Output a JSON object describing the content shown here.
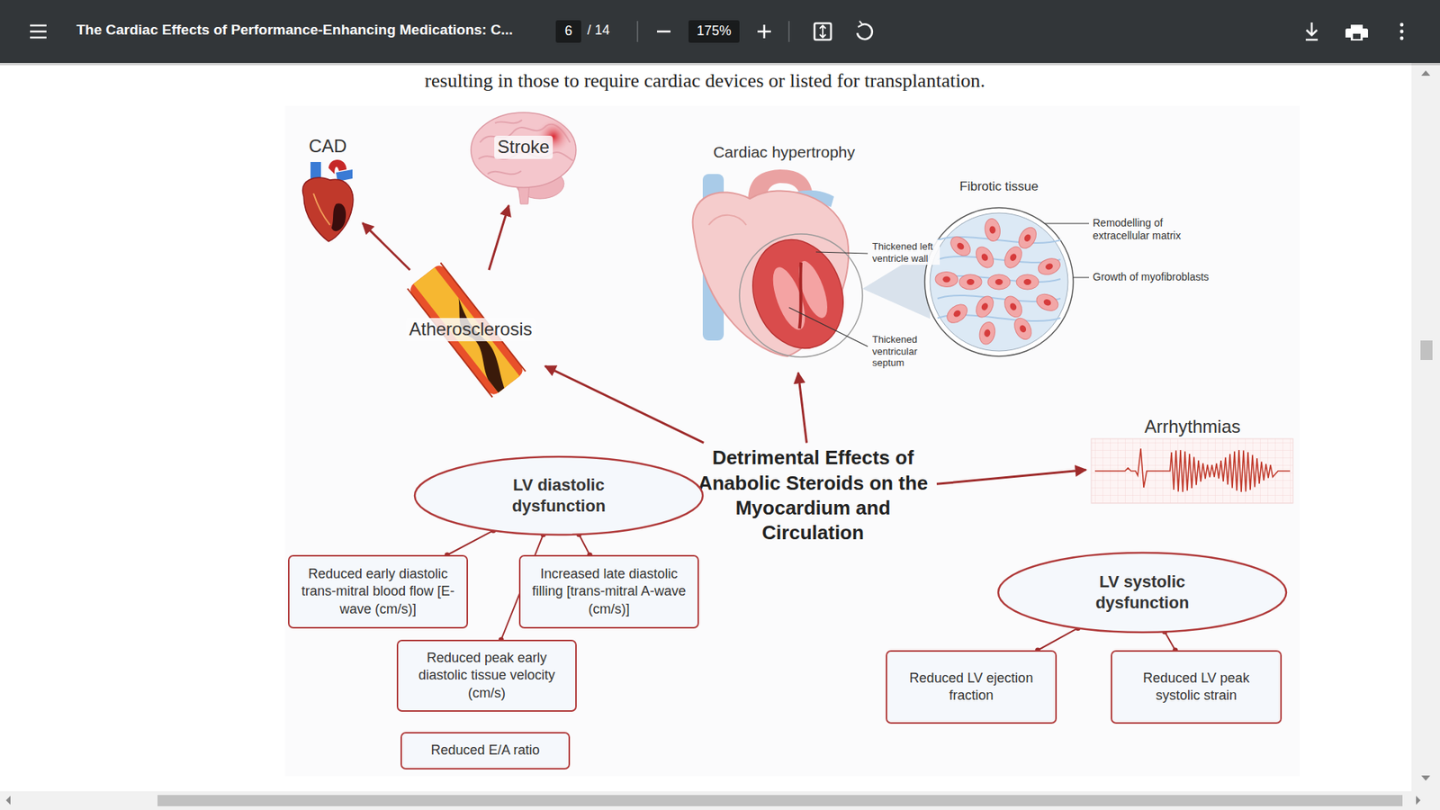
{
  "diagram": {
    "nodes": [
      {
        "text": [
          "CAD"
        ]
      },
      {
        "text": [
          "Stroke"
        ]
      },
      {
        "text": [
          "Cardiac hypertrophy"
        ]
      },
      {
        "text": [
          "Fibrotic tissue"
        ]
      },
      {
        "text": [
          "Atherosclerosis"
        ]
      },
      {
        "text": [
          "Arrhythmias"
        ]
      },
      {
        "text": [
          "Detrimental Effects of Anabolic Steroids on the Myocardium and Circulation"
        ]
      },
      {
        "text": [
          "LV diastolic dysfunction"
        ]
      },
      {
        "text": [
          "Reduced early diastolic trans-mitral blood flow [E-wave (cm/s)]"
        ]
      },
      {
        "text": [
          "Increased late diastolic filling [trans-mitral A-wave (cm/s)]"
        ]
      },
      {
        "text": [
          "Reduced peak early diastolic tissue velocity (cm/s)"
        ]
      },
      {
        "text": [
          "Reduced E/A ratio"
        ]
      },
      {
        "text": [
          "LV systolic dysfunction"
        ]
      },
      {
        "text": [
          "Reduced LV ejection fraction"
        ]
      },
      {
        "text": [
          "Reduced LV peak systolic strain"
        ]
      }
    ],
    "edges": [
      {
        "from": 6,
        "to": 4,
        "arrow": "to"
      },
      {
        "from": 6,
        "to": 2,
        "arrow": "to"
      },
      {
        "from": 6,
        "to": 5,
        "arrow": "to"
      },
      {
        "from": 4,
        "to": 0,
        "arrow": "to"
      },
      {
        "from": 4,
        "to": 1,
        "arrow": "to"
      },
      {
        "from": 7,
        "to": 8,
        "arrow": "none"
      },
      {
        "from": 7,
        "to": 10,
        "arrow": "none"
      },
      {
        "from": 7,
        "to": 9,
        "arrow": "none"
      },
      {
        "from": 12,
        "to": 13,
        "arrow": "none"
      },
      {
        "from": 12,
        "to": 14,
        "arrow": "none"
      }
    ],
    "labels": [
      "The Cardiac Effects of Performance-Enhancing Medications: C...",
      "6",
      "/ 14",
      "175%",
      "resulting in those to require cardiac devices or listed for transplantation.",
      "Thickened left ventricle wall",
      "Thickened ventricular septum",
      "Remodelling of extracellular matrix",
      "Growth of myofibroblasts"
    ]
  }
}
